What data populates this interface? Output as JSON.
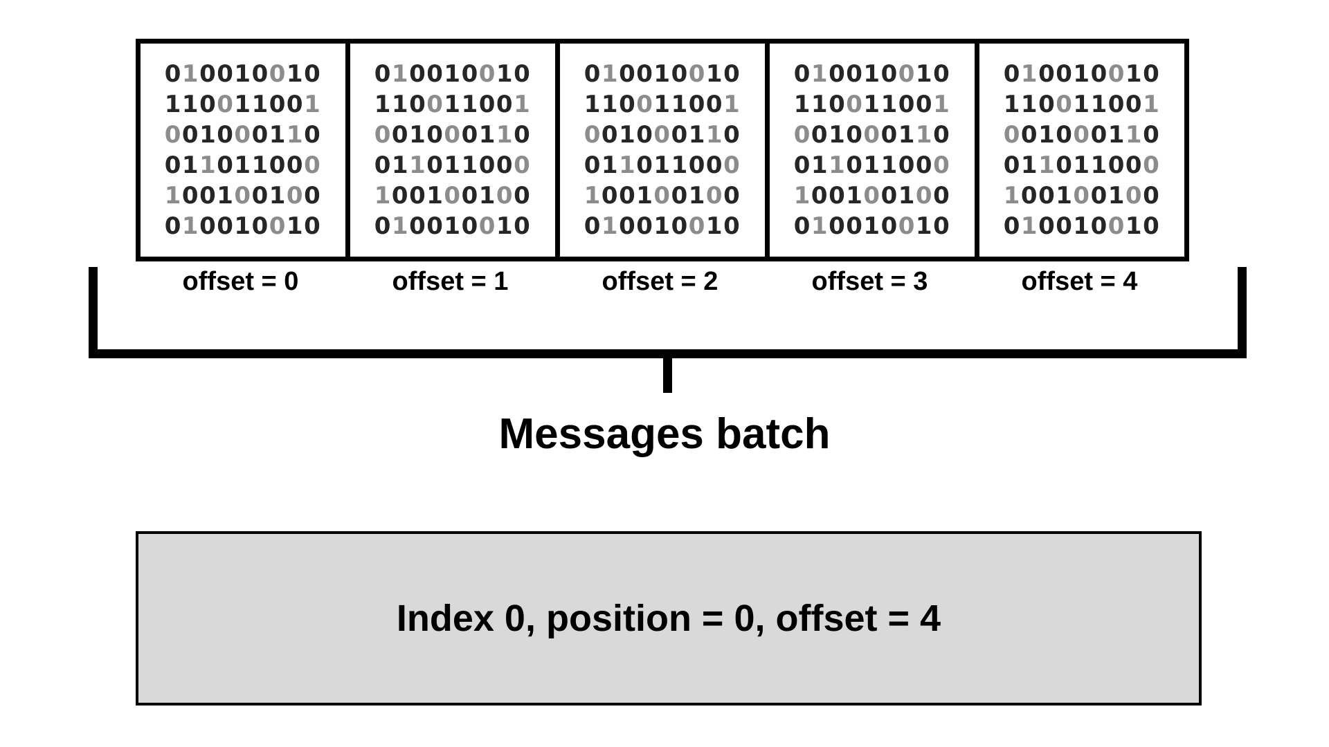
{
  "diagram": {
    "title": "Messages batch",
    "bit_colors": {
      "dark": "#262626",
      "light": "#8c8c8c"
    },
    "block_border_color": "#000000",
    "bracket_color": "#000000",
    "index_box_fill": "#d9d9d9",
    "index_box_border": "#000000",
    "blocks": [
      {
        "label": "offset = 0",
        "rows": [
          {
            "bits": "010010010",
            "shades": [
              "dark",
              "light",
              "dark",
              "dark",
              "dark",
              "dark",
              "light",
              "dark",
              "dark"
            ]
          },
          {
            "bits": "110011001",
            "shades": [
              "dark",
              "dark",
              "dark",
              "light",
              "dark",
              "dark",
              "dark",
              "dark",
              "light"
            ]
          },
          {
            "bits": "001000110",
            "shades": [
              "light",
              "dark",
              "dark",
              "dark",
              "light",
              "dark",
              "dark",
              "light",
              "dark"
            ]
          },
          {
            "bits": "011011000",
            "shades": [
              "dark",
              "dark",
              "light",
              "dark",
              "dark",
              "dark",
              "dark",
              "dark",
              "light"
            ]
          },
          {
            "bits": "100100100",
            "shades": [
              "light",
              "dark",
              "dark",
              "dark",
              "light",
              "dark",
              "dark",
              "light",
              "dark"
            ]
          },
          {
            "bits": "010010010",
            "shades": [
              "dark",
              "light",
              "dark",
              "dark",
              "dark",
              "dark",
              "light",
              "dark",
              "dark"
            ]
          }
        ]
      },
      {
        "label": "offset = 1",
        "rows": [
          {
            "bits": "010010010",
            "shades": [
              "dark",
              "light",
              "dark",
              "dark",
              "dark",
              "dark",
              "light",
              "dark",
              "dark"
            ]
          },
          {
            "bits": "110011001",
            "shades": [
              "dark",
              "dark",
              "dark",
              "light",
              "dark",
              "dark",
              "dark",
              "dark",
              "light"
            ]
          },
          {
            "bits": "001000110",
            "shades": [
              "light",
              "dark",
              "dark",
              "dark",
              "light",
              "dark",
              "dark",
              "light",
              "dark"
            ]
          },
          {
            "bits": "011011000",
            "shades": [
              "dark",
              "dark",
              "light",
              "dark",
              "dark",
              "dark",
              "dark",
              "dark",
              "light"
            ]
          },
          {
            "bits": "100100100",
            "shades": [
              "light",
              "dark",
              "dark",
              "dark",
              "light",
              "dark",
              "dark",
              "light",
              "dark"
            ]
          },
          {
            "bits": "010010010",
            "shades": [
              "dark",
              "light",
              "dark",
              "dark",
              "dark",
              "dark",
              "light",
              "dark",
              "dark"
            ]
          }
        ]
      },
      {
        "label": "offset = 2",
        "rows": [
          {
            "bits": "010010010",
            "shades": [
              "dark",
              "light",
              "dark",
              "dark",
              "dark",
              "dark",
              "light",
              "dark",
              "dark"
            ]
          },
          {
            "bits": "110011001",
            "shades": [
              "dark",
              "dark",
              "dark",
              "light",
              "dark",
              "dark",
              "dark",
              "dark",
              "light"
            ]
          },
          {
            "bits": "001000110",
            "shades": [
              "light",
              "dark",
              "dark",
              "dark",
              "light",
              "dark",
              "dark",
              "light",
              "dark"
            ]
          },
          {
            "bits": "011011000",
            "shades": [
              "dark",
              "dark",
              "light",
              "dark",
              "dark",
              "dark",
              "dark",
              "dark",
              "light"
            ]
          },
          {
            "bits": "100100100",
            "shades": [
              "light",
              "dark",
              "dark",
              "dark",
              "light",
              "dark",
              "dark",
              "light",
              "dark"
            ]
          },
          {
            "bits": "010010010",
            "shades": [
              "dark",
              "light",
              "dark",
              "dark",
              "dark",
              "dark",
              "light",
              "dark",
              "dark"
            ]
          }
        ]
      },
      {
        "label": "offset = 3",
        "rows": [
          {
            "bits": "010010010",
            "shades": [
              "dark",
              "light",
              "dark",
              "dark",
              "dark",
              "dark",
              "light",
              "dark",
              "dark"
            ]
          },
          {
            "bits": "110011001",
            "shades": [
              "dark",
              "dark",
              "dark",
              "light",
              "dark",
              "dark",
              "dark",
              "dark",
              "light"
            ]
          },
          {
            "bits": "001000110",
            "shades": [
              "light",
              "dark",
              "dark",
              "dark",
              "light",
              "dark",
              "dark",
              "light",
              "dark"
            ]
          },
          {
            "bits": "011011000",
            "shades": [
              "dark",
              "dark",
              "light",
              "dark",
              "dark",
              "dark",
              "dark",
              "dark",
              "light"
            ]
          },
          {
            "bits": "100100100",
            "shades": [
              "light",
              "dark",
              "dark",
              "dark",
              "light",
              "dark",
              "dark",
              "light",
              "dark"
            ]
          },
          {
            "bits": "010010010",
            "shades": [
              "dark",
              "light",
              "dark",
              "dark",
              "dark",
              "dark",
              "light",
              "dark",
              "dark"
            ]
          }
        ]
      },
      {
        "label": "offset = 4",
        "rows": [
          {
            "bits": "010010010",
            "shades": [
              "dark",
              "light",
              "dark",
              "dark",
              "dark",
              "dark",
              "light",
              "dark",
              "dark"
            ]
          },
          {
            "bits": "110011001",
            "shades": [
              "dark",
              "dark",
              "dark",
              "light",
              "dark",
              "dark",
              "dark",
              "dark",
              "light"
            ]
          },
          {
            "bits": "001000110",
            "shades": [
              "light",
              "dark",
              "dark",
              "dark",
              "light",
              "dark",
              "dark",
              "light",
              "dark"
            ]
          },
          {
            "bits": "011011000",
            "shades": [
              "dark",
              "dark",
              "light",
              "dark",
              "dark",
              "dark",
              "dark",
              "dark",
              "light"
            ]
          },
          {
            "bits": "100100100",
            "shades": [
              "light",
              "dark",
              "dark",
              "dark",
              "light",
              "dark",
              "dark",
              "light",
              "dark"
            ]
          },
          {
            "bits": "010010010",
            "shades": [
              "dark",
              "light",
              "dark",
              "dark",
              "dark",
              "dark",
              "light",
              "dark",
              "dark"
            ]
          }
        ]
      }
    ],
    "index_box": {
      "text": "Index 0, position = 0, offset = 4"
    }
  }
}
